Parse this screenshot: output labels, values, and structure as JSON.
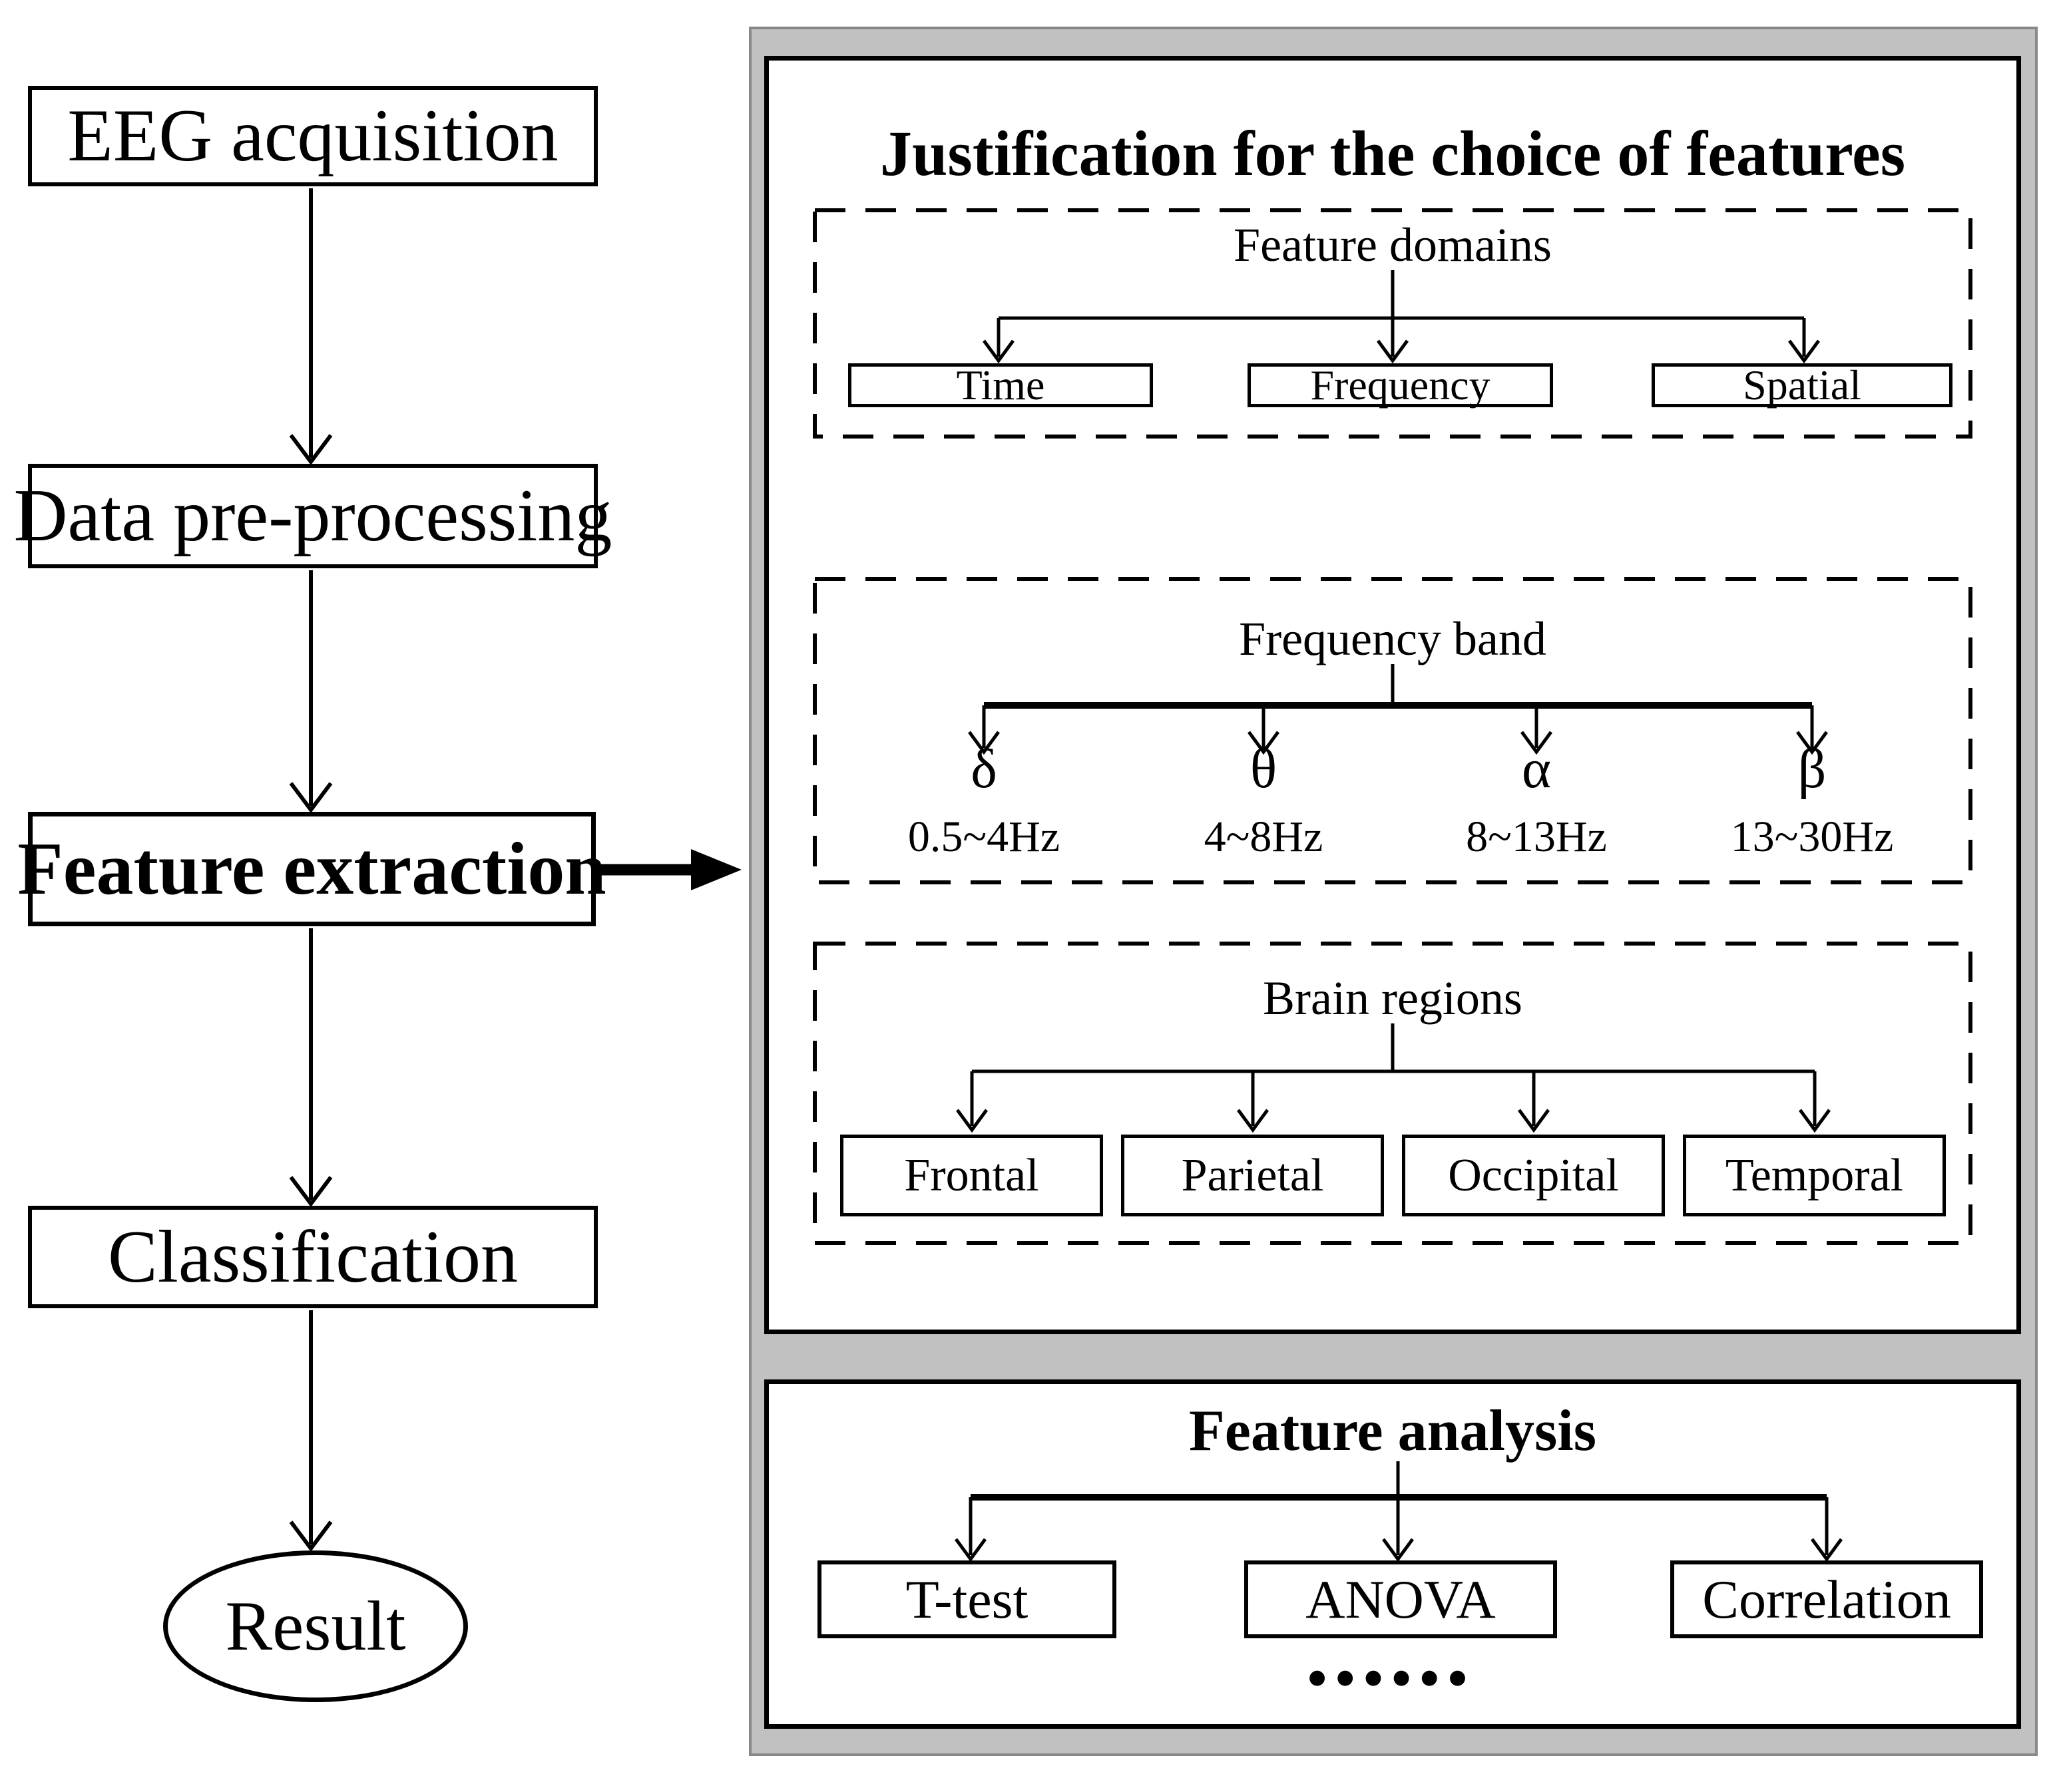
{
  "colors": {
    "background": "#ffffff",
    "ink": "#000000",
    "panel_fill": "#c1c1c1",
    "panel_edge": "#888888"
  },
  "flowchart": {
    "nodes": [
      {
        "label": "EEG acquisition"
      },
      {
        "label": "Data pre-processing"
      },
      {
        "label": "Feature extraction"
      },
      {
        "label": "Classification"
      },
      {
        "label": "Result"
      }
    ]
  },
  "justification": {
    "title": "Justification for the choice of features",
    "feature_domains": {
      "title": "Feature domains",
      "items": [
        "Time",
        "Frequency",
        "Spatial"
      ]
    },
    "frequency_band": {
      "title": "Frequency band",
      "bands": [
        {
          "symbol": "δ",
          "range": "0.5~4Hz"
        },
        {
          "symbol": "θ",
          "range": "4~8Hz"
        },
        {
          "symbol": "α",
          "range": "8~13Hz"
        },
        {
          "symbol": "β",
          "range": "13~30Hz"
        }
      ]
    },
    "brain_regions": {
      "title": "Brain regions",
      "items": [
        "Frontal",
        "Parietal",
        "Occipital",
        "Temporal"
      ]
    }
  },
  "analysis": {
    "title": "Feature analysis",
    "items": [
      "T-test",
      "ANOVA",
      "Correlation"
    ],
    "more": "●●●●●●"
  }
}
